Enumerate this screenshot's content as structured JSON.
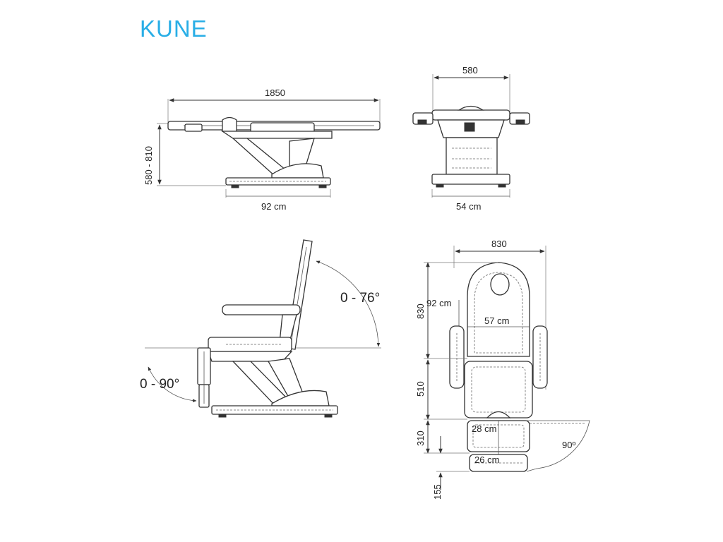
{
  "title": "KUNE",
  "colors": {
    "title": "#29aee6",
    "line": "#333333"
  },
  "side_view": {
    "length_label": "1850",
    "height_label": "580 - 810",
    "base_label": "92 cm"
  },
  "front_view": {
    "width_label": "580",
    "base_label": "54 cm"
  },
  "chair_view": {
    "back_angle_label": "0 - 76°",
    "leg_angle_label": "0 - 90°"
  },
  "top_view": {
    "width_label": "830",
    "head_length_label": "92 cm",
    "seg1_label": "830",
    "back_width_label": "57 cm",
    "seg2_label": "510",
    "seat_width_label": "28 cm",
    "seg3_label": "310",
    "foot_width_label": "26 cm",
    "seg4_label": "155",
    "rotation_label": "90º"
  }
}
